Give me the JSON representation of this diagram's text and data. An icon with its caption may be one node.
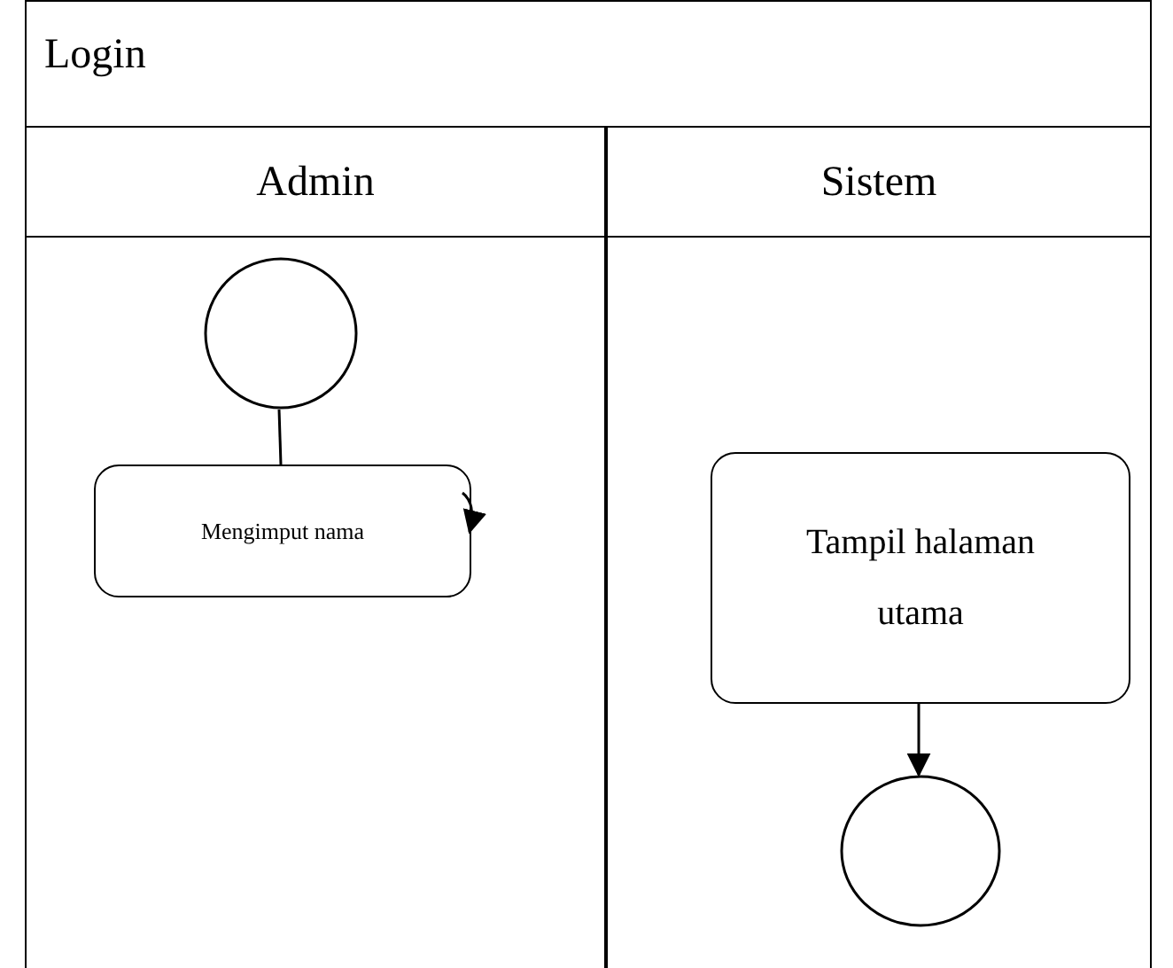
{
  "diagram": {
    "title": "Login",
    "nodes": [
      {
        "text": [
          "Admin"
        ]
      },
      {
        "text": [
          "Sistem"
        ]
      },
      {
        "text": [],
        "shape": "circle",
        "in": 0
      },
      {
        "text": [
          "Mengimput nama"
        ],
        "in": 0
      },
      {
        "text": [
          "Tampil halaman utama"
        ],
        "in": 1
      },
      {
        "text": [],
        "shape": "circle",
        "in": 1
      }
    ],
    "edges": [
      {
        "from": 2,
        "to": 3,
        "arrow": "none"
      },
      {
        "from": null,
        "to": 3,
        "arrow": "to"
      },
      {
        "from": 4,
        "to": 5,
        "arrow": "to"
      }
    ]
  }
}
